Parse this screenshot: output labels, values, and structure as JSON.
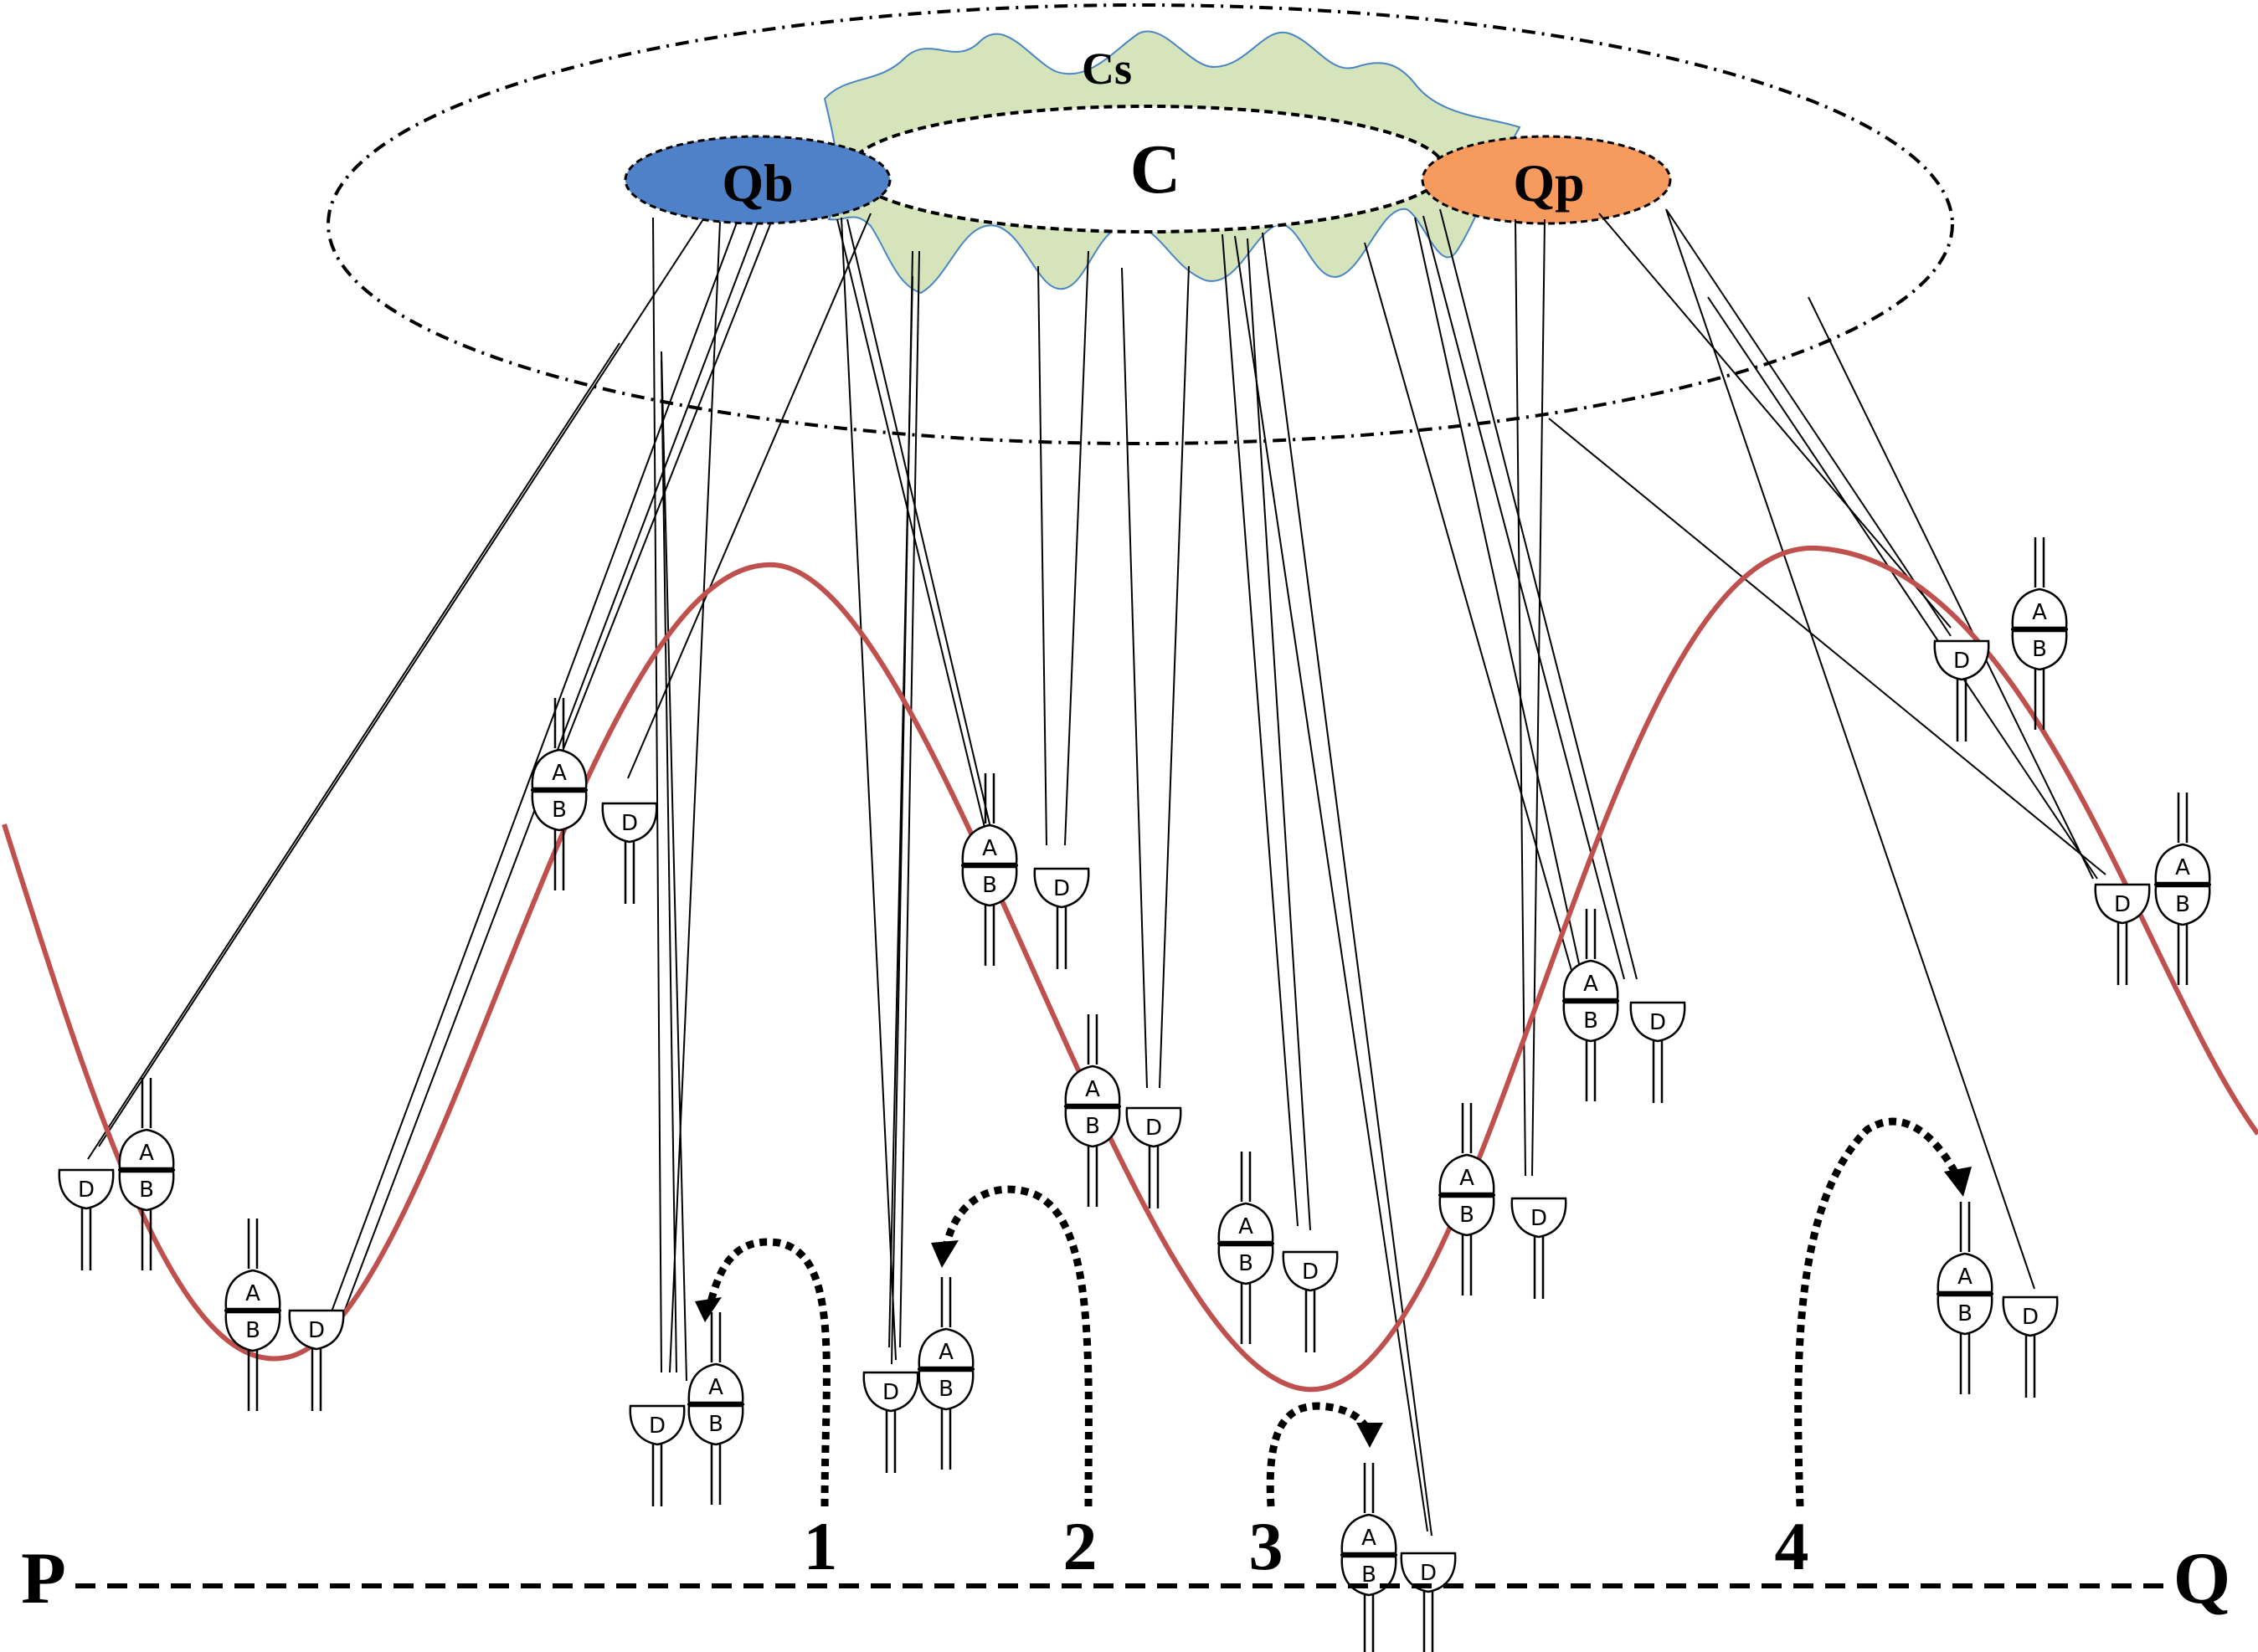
{
  "diagram": {
    "labels": {
      "cs": "Cs",
      "c": "C",
      "qb": "Qb",
      "qp": "Qp",
      "p": "P",
      "q": "Q"
    },
    "steps": [
      "1",
      "2",
      "3",
      "4"
    ],
    "unit_letters": {
      "a": "A",
      "b": "B",
      "d": "D"
    },
    "colors": {
      "qb_fill": "#4f81c9",
      "qp_fill": "#f79a5e",
      "cs_fill": "#d6e4bc",
      "cs_stroke": "#4a86c5",
      "wave": "#c0504d",
      "line": "#000000"
    }
  }
}
